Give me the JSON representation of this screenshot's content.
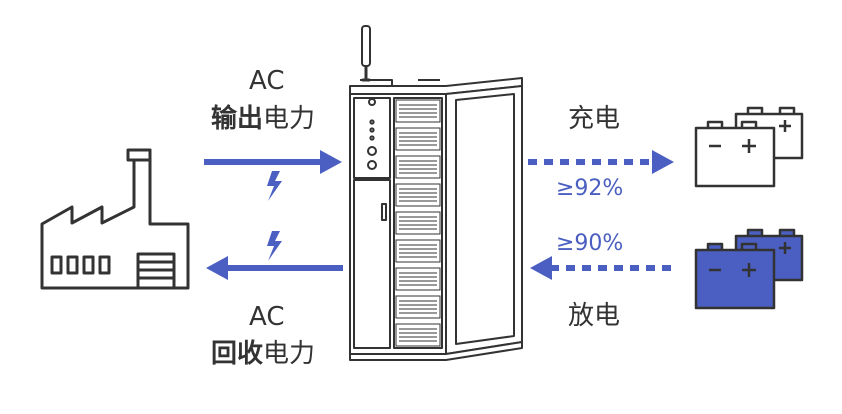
{
  "top_left": {
    "line1": "AC",
    "bold": "输出",
    "rest": "电力"
  },
  "bottom_left": {
    "line1": "AC",
    "bold": "回收",
    "rest": "电力"
  },
  "charge": {
    "label": "充电",
    "efficiency": "≥92%"
  },
  "discharge": {
    "label": "放电",
    "efficiency": "≥90%"
  },
  "colors": {
    "accent": "#4a5fc1",
    "line": "#333333",
    "battery_fill": "#4a5fc1"
  },
  "icons": [
    "factory-icon",
    "lightning-icon",
    "cabinet-icon",
    "battery-icon"
  ]
}
